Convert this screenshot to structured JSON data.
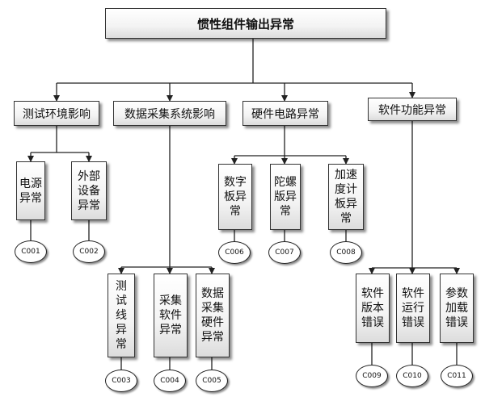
{
  "diagram": {
    "root": {
      "label": "惯性组件输出异常"
    },
    "branches": [
      {
        "label": "测试环境影响"
      },
      {
        "label": "数据采集系统影响"
      },
      {
        "label": "硬件电路异常"
      },
      {
        "label": "软件功能异常"
      }
    ],
    "leaves": [
      {
        "label": "电源异常",
        "code": "C001"
      },
      {
        "label": "外部设备异常",
        "code": "C002"
      },
      {
        "label": "测试线异常",
        "code": "C003"
      },
      {
        "label": "采集软件异常",
        "code": "C004"
      },
      {
        "label": "数据采集硬件异常",
        "code": "C005"
      },
      {
        "label": "数字板异常",
        "code": "C006"
      },
      {
        "label": "陀螺版异常",
        "code": "C007"
      },
      {
        "label": "加速度计板异常",
        "code": "C008"
      },
      {
        "label": "软件版本错误",
        "code": "C009"
      },
      {
        "label": "软件运行错误",
        "code": "C010"
      },
      {
        "label": "参数加载错误",
        "code": "C011"
      }
    ]
  }
}
